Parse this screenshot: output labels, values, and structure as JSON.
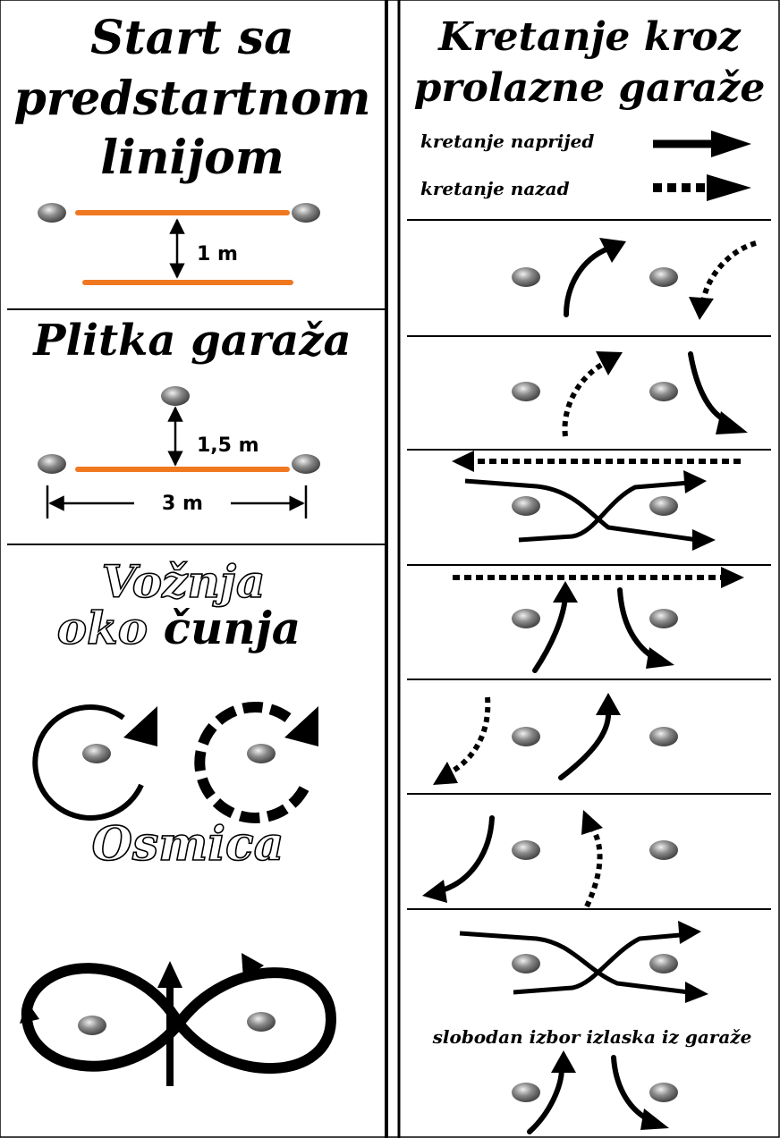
{
  "left": {
    "start_title_line1": "Start sa",
    "start_title_line2": "predstartnom",
    "start_title_line3": "linijom",
    "start_gap_label": "1 m",
    "shallow_title": "Plitka garaža",
    "shallow_depth_label": "1,5 m",
    "shallow_width_label": "3 m",
    "around_title_line1": "Vožnja",
    "around_title_oko": "oko",
    "around_title_line2_rest": "čunja",
    "figure8_title": "Osmica"
  },
  "right": {
    "title_line1": "Kretanje kroz",
    "title_line2": "prolazne garaže",
    "legend_forward": "kretanje naprijed",
    "legend_backward": "kretanje nazad",
    "free_exit_label": "slobodan izbor izlaska iz garaže"
  },
  "colors": {
    "line_orange": "#f07820",
    "cone": "#707070",
    "ink": "#000000"
  }
}
